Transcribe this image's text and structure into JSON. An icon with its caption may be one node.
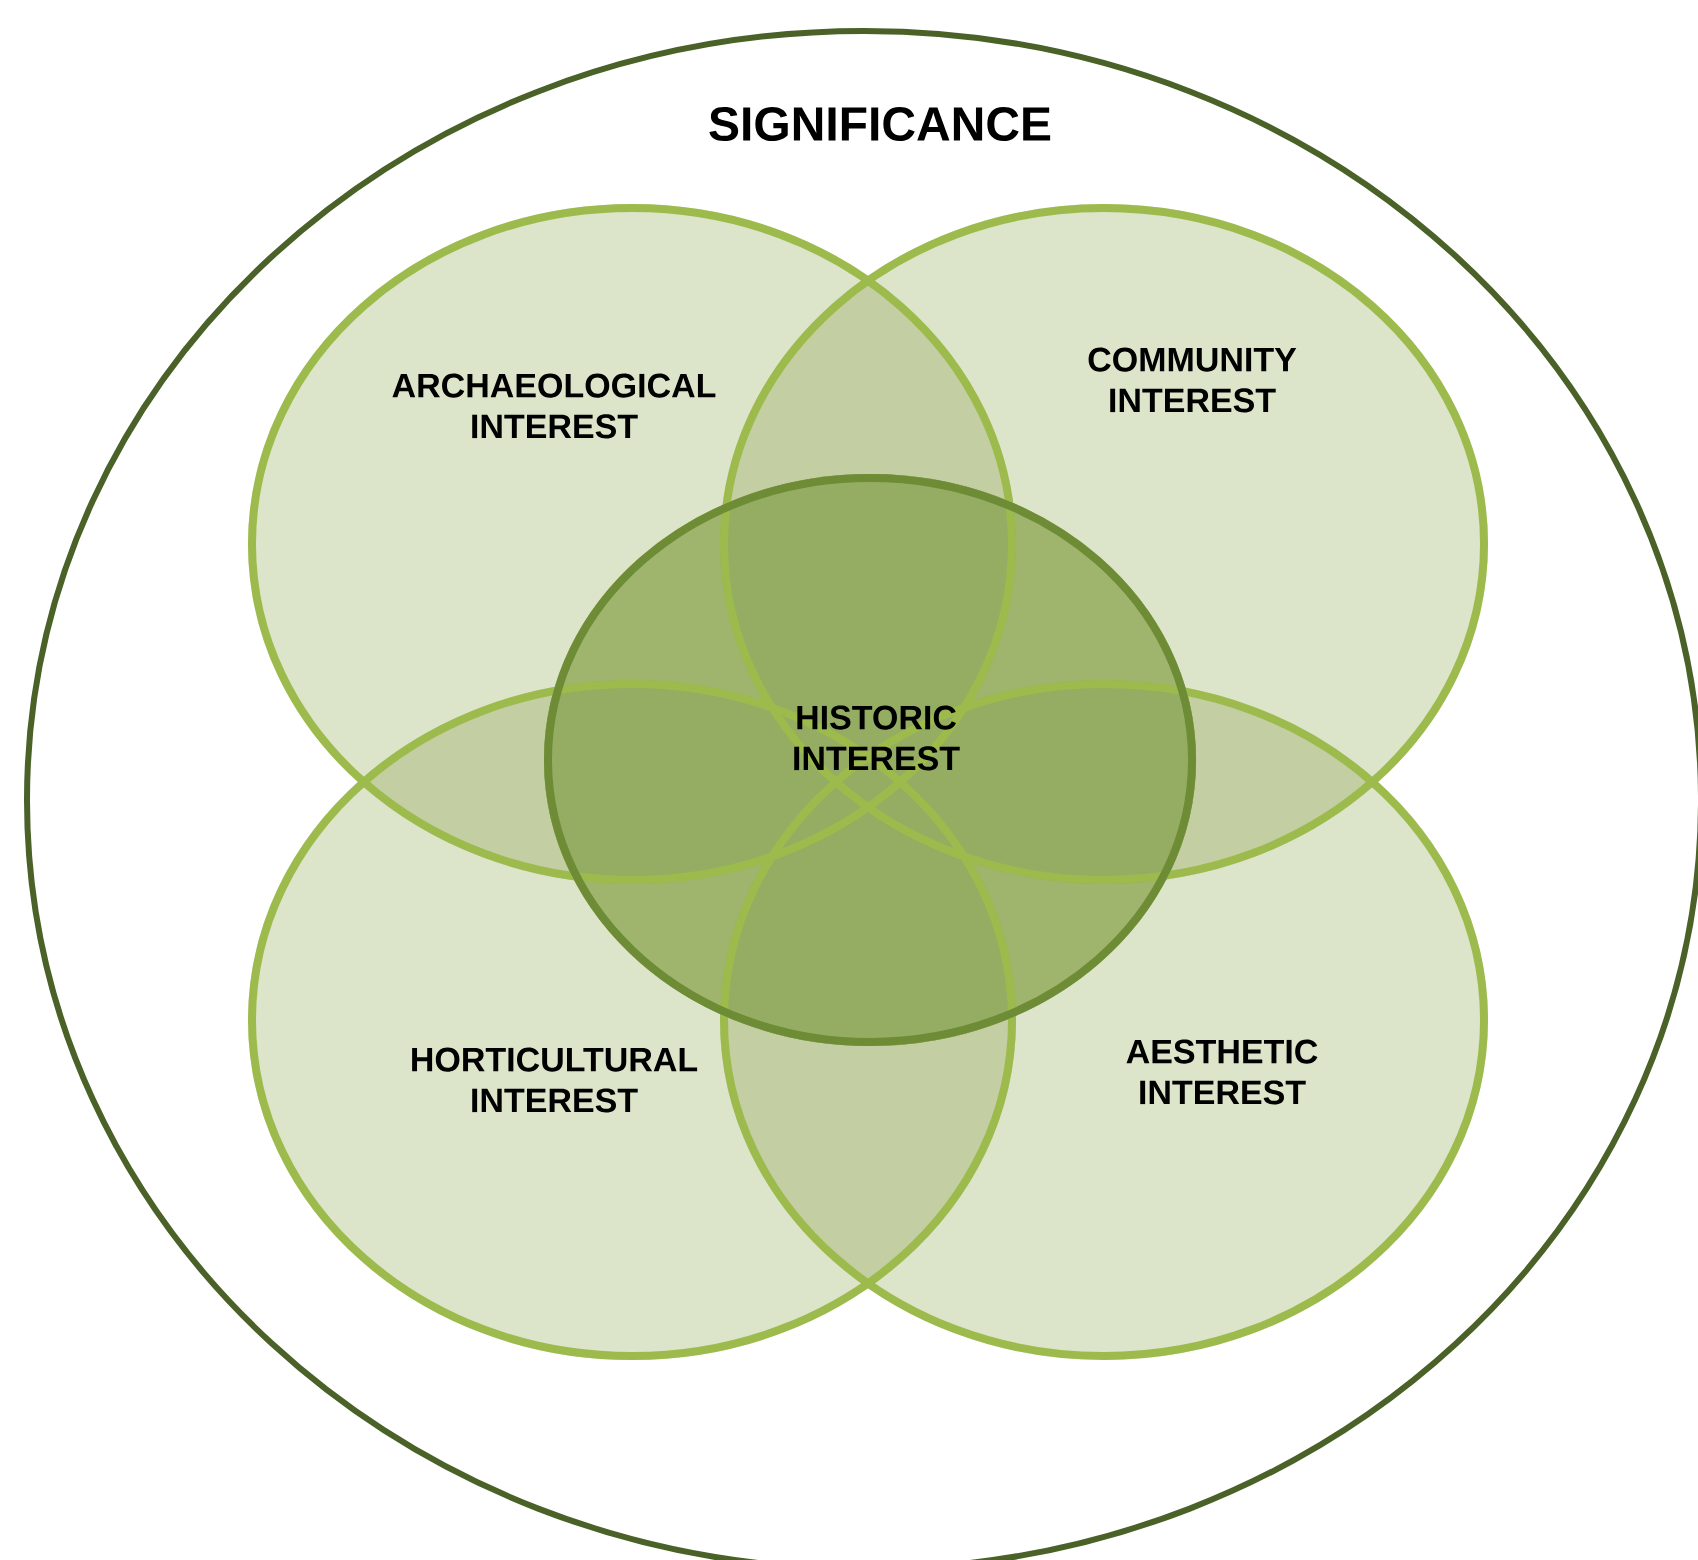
{
  "diagram": {
    "nodes": [
      {
        "text": [
          "SIGNIFICANCE"
        ]
      },
      {
        "text": [
          "ARCHAEOLOGICAL INTEREST"
        ],
        "in": 0
      },
      {
        "text": [
          "COMMUNITY INTEREST"
        ],
        "in": 0
      },
      {
        "text": [
          "HISTORIC INTEREST"
        ],
        "in": 0
      },
      {
        "text": [
          "HORTICULTURAL INTEREST"
        ],
        "in": 0
      },
      {
        "text": [
          "AESTHETIC INTEREST"
        ],
        "in": 0
      }
    ]
  }
}
